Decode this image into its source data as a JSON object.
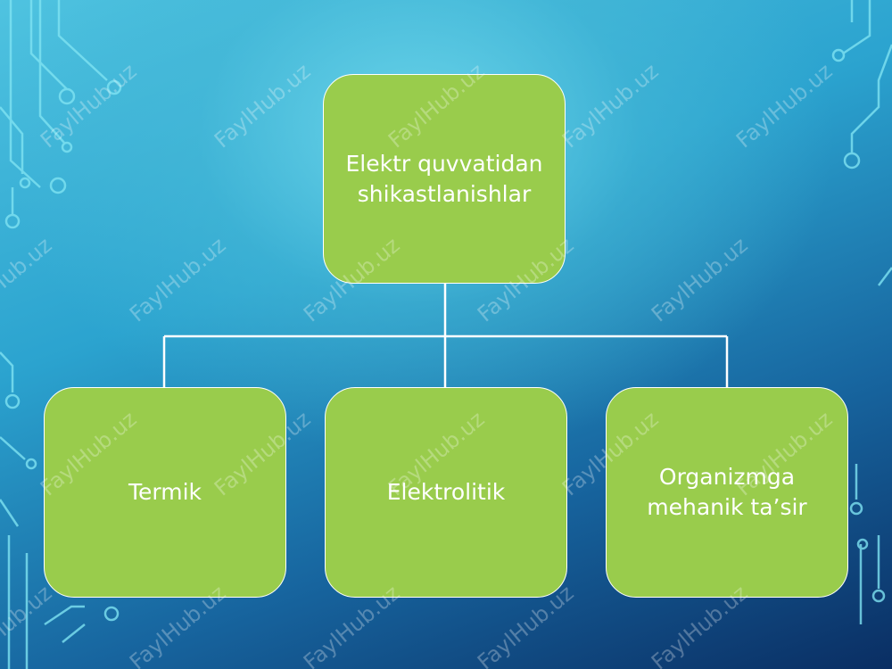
{
  "diagram": {
    "root": {
      "label": "Elektr quvvatidan\nshikastlanishlar"
    },
    "children": [
      {
        "label": "Termik"
      },
      {
        "label": "Elektrolitik"
      },
      {
        "label": "Organizmga\nmehanik ta’sir"
      }
    ]
  },
  "watermark": {
    "text": "FaylHub.uz"
  },
  "colors": {
    "node_fill": "#99cc4c",
    "node_border": "#ffffff",
    "connector": "#ffffff",
    "circuit": "#7fe3f2"
  }
}
